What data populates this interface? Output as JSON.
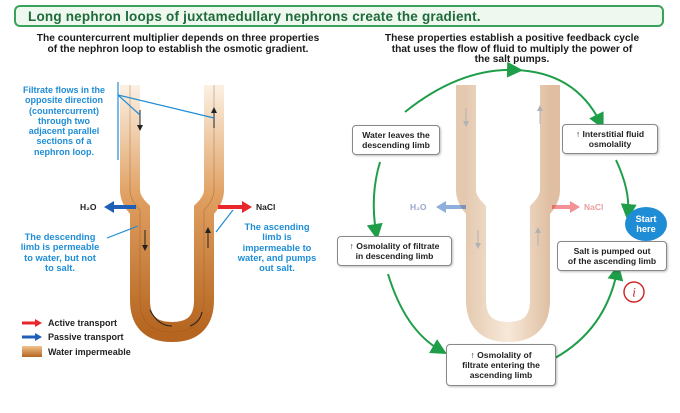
{
  "banner": {
    "title": "Long nephron loops of juxtamedullary nephrons create the gradient."
  },
  "left": {
    "subtitle_line1": "The countercurrent multiplier depends on three properties",
    "subtitle_line2": "of the nephron loop to establish the osmotic gradient.",
    "filtrate_note": [
      "Filtrate flows in the",
      "opposite direction",
      "(countercurrent)",
      "through two",
      "adjacent parallel",
      "sections of a",
      "nephron loop."
    ],
    "h2o_label": "H₂O",
    "nacl_label": "NaCl",
    "descending_note": [
      "The descending",
      "limb is permeable",
      "to water, but not",
      "to salt."
    ],
    "ascending_note": [
      "The ascending",
      "limb is",
      "impermeable to",
      "water, and pumps",
      "out salt."
    ]
  },
  "legend": {
    "active": "Active transport",
    "passive": "Passive transport",
    "impermeable": "Water impermeable"
  },
  "right": {
    "subtitle_line1": "These properties establish a positive feedback cycle",
    "subtitle_line2": "that uses the flow of fluid to multiply the power of",
    "subtitle_line3": "the salt pumps.",
    "h2o_label": "H₂O",
    "nacl_label": "NaCl",
    "box_water_leaves": [
      "Water leaves the",
      "descending limb"
    ],
    "box_interstitial": [
      "↑ Interstitial fluid",
      "osmolality"
    ],
    "box_osm_descending": [
      "↑ Osmolality of filtrate",
      "in descending limb"
    ],
    "box_salt_pumped": [
      "Salt is pumped out",
      "of the ascending limb"
    ],
    "box_osm_entering": [
      "↑    Osmolality of",
      "filtrate entering the",
      "ascending limb"
    ],
    "start_badge": [
      "Start",
      "here"
    ],
    "annotation": "i"
  },
  "colors": {
    "active": "#e8262b",
    "passive": "#1f5fb8",
    "cycle": "#1f9e4a",
    "accent_blue": "#1f8dd6",
    "tube": "#c8782f"
  }
}
